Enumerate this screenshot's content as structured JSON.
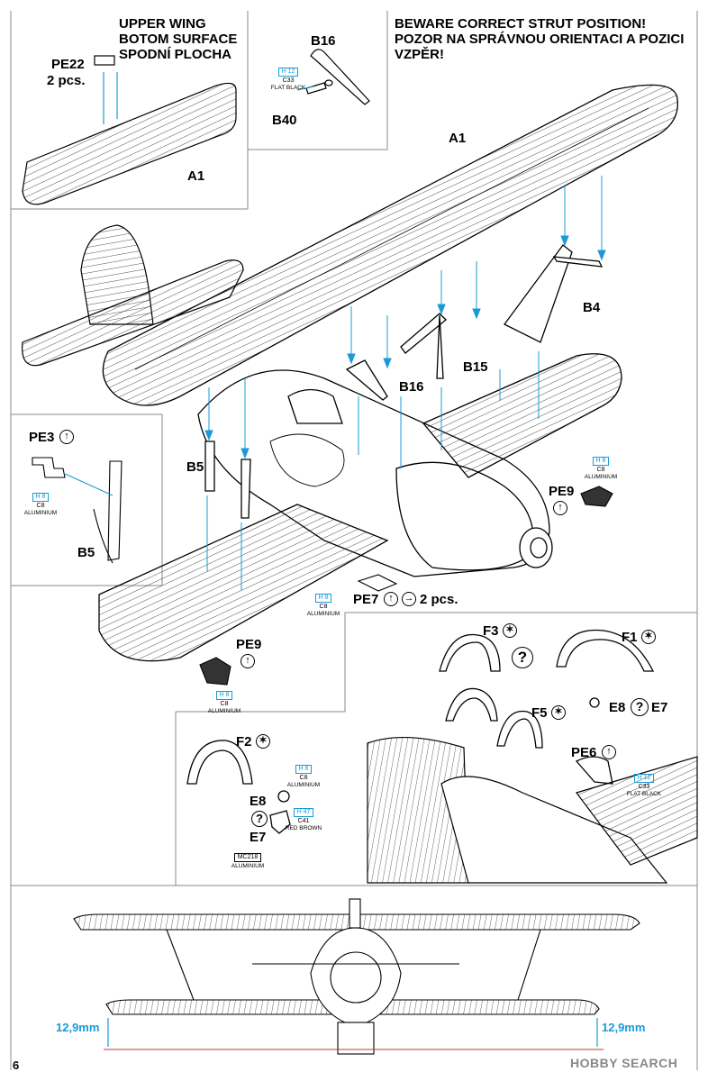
{
  "header": {
    "upper_wing_line1": "UPPER WING",
    "upper_wing_line2": "BOTOM SURFACE",
    "upper_wing_line3": "SPODNÍ PLOCHA",
    "warning_line1": "BEWARE CORRECT STRUT POSITION!",
    "warning_line2": "POZOR NA SPRÁVNOU ORIENTACI A POZICI",
    "warning_line3": "VZPĚR!"
  },
  "parts": {
    "pe22": "PE22",
    "pe22_qty": "2 pcs.",
    "a1_small": "A1",
    "a1_main": "A1",
    "b16_inset": "B16",
    "b40": "B40",
    "b4": "B4",
    "b15": "B15",
    "b16_main": "B16",
    "b5_main": "B5",
    "b5_inset": "B5",
    "pe3": "PE3",
    "pe9_right": "PE9",
    "pe9_left": "PE9",
    "pe7": "PE7",
    "pe7_qty": "2 pcs.",
    "f1": "F1",
    "f2": "F2",
    "f3": "F3",
    "f5": "F5",
    "e7_right": "E7",
    "e8_right": "E8",
    "e7_left": "E7",
    "e8_left": "E8",
    "pe6": "PE6"
  },
  "paints": {
    "h12_code": "H 12",
    "c33_code": "C33",
    "flat_black": "FLAT BLACK",
    "h8_code": "H 8",
    "c8_code": "C8",
    "aluminium": "ALUMINIUM",
    "h47_code": "H 47",
    "c41_code": "C41",
    "red_brown": "RED BROWN",
    "mc218_code": "MC218"
  },
  "icons": {
    "question": "?",
    "star": "✶",
    "arrow_up": "↑",
    "arrow_right": "→"
  },
  "dimensions": {
    "left": "12,9mm",
    "right": "12,9mm"
  },
  "page": {
    "number": "6",
    "watermark": "HOBBY SEARCH"
  }
}
